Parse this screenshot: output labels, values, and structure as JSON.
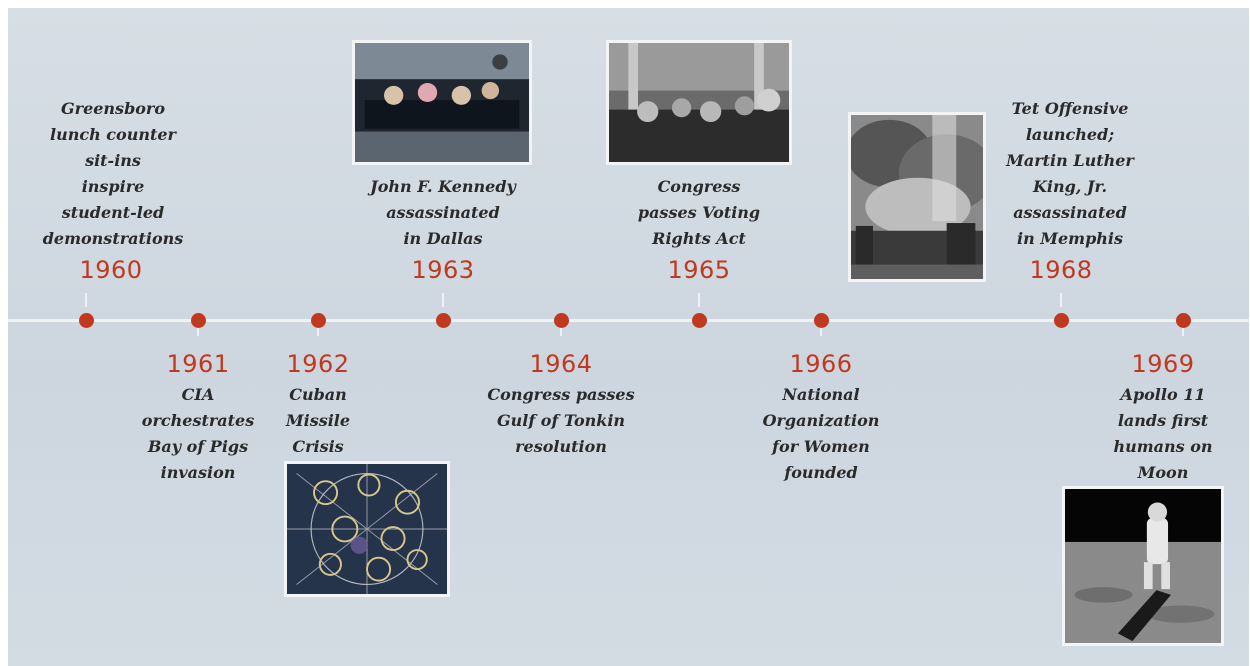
{
  "timeline": {
    "events": [
      {
        "year": "1960",
        "text": "Greensboro\nlunch counter\nsit-ins\ninspire\nstudent-led\ndemonstrations"
      },
      {
        "year": "1961",
        "text": "CIA\norchestrates\nBay of Pigs\ninvasion"
      },
      {
        "year": "1962",
        "text": "Cuban\nMissile\nCrisis"
      },
      {
        "year": "1963",
        "text": "John F. Kennedy\nassassinated\nin Dallas"
      },
      {
        "year": "1964",
        "text": "Congress passes\nGulf of Tonkin\nresolution"
      },
      {
        "year": "1965",
        "text": "Congress\npasses Voting\nRights Act"
      },
      {
        "year": "1966",
        "text": "National\nOrganization\nfor Women\nfounded"
      },
      {
        "year": "1968",
        "text": "Tet Offensive\nlaunched;\nMartin Luther\nKing, Jr.\nassassinated\nin Memphis"
      },
      {
        "year": "1969",
        "text": "Apollo 11\nlands first\nhumans on\nMoon"
      }
    ]
  },
  "colors": {
    "accent": "#c0391f",
    "background": "#d3dbe3",
    "axis": "#eef2f5",
    "text": "#2a2a2a"
  }
}
